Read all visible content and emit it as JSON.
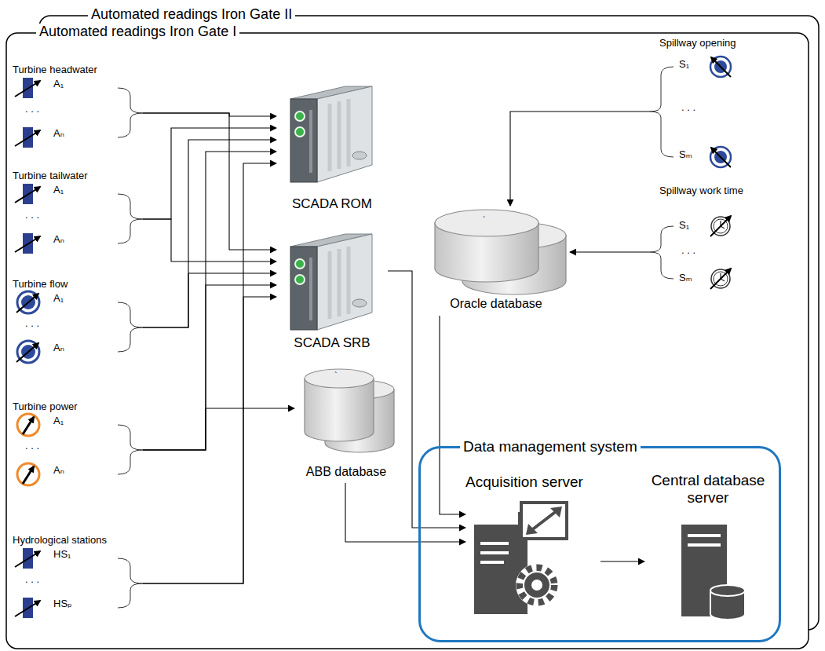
{
  "diagram": {
    "nodes": [
      {
        "text": [
          "Automated readings Iron Gate II"
        ]
      },
      {
        "text": [
          "Automated readings Iron Gate I"
        ]
      },
      {
        "text": [
          "Turbine headwater",
          "A₁",
          ". . .",
          "Aₙ"
        ],
        "in": 1
      },
      {
        "text": [
          "Turbine tailwater",
          "A₁",
          ". . .",
          "Aₙ"
        ],
        "in": 1
      },
      {
        "text": [
          "Turbine flow",
          "A₁",
          ". . .",
          "Aₙ"
        ],
        "in": 1
      },
      {
        "text": [
          "Turbine power",
          "A₁",
          ". . .",
          "Aₙ"
        ],
        "in": 1
      },
      {
        "text": [
          "Hydrological stations",
          "HS₁",
          ". . .",
          "HSₚ"
        ],
        "in": 1
      },
      {
        "text": [
          "SCADA ROM"
        ],
        "in": 1
      },
      {
        "text": [
          "SCADA SRB"
        ],
        "in": 1
      },
      {
        "text": [
          "ABB database"
        ],
        "in": 1
      },
      {
        "text": [
          "Oracle database"
        ],
        "in": 1
      },
      {
        "text": [
          "Spillway opening",
          "S₁",
          ". . .",
          "Sₘ"
        ],
        "in": 1
      },
      {
        "text": [
          "Spillway work time",
          "S₁",
          ". . .",
          "Sₘ"
        ],
        "in": 1
      },
      {
        "text": [
          "Data management system"
        ],
        "in": 1
      },
      {
        "text": [
          "Acquisition server"
        ],
        "in": 13
      },
      {
        "text": [
          "Central database server"
        ],
        "in": 13
      }
    ],
    "edges": [
      {
        "from": 2,
        "to": 7,
        "arrow": "to"
      },
      {
        "from": 2,
        "to": 8,
        "arrow": "to"
      },
      {
        "from": 3,
        "to": 7,
        "arrow": "to"
      },
      {
        "from": 3,
        "to": 8,
        "arrow": "to"
      },
      {
        "from": 4,
        "to": 7,
        "arrow": "to"
      },
      {
        "from": 4,
        "to": 8,
        "arrow": "to"
      },
      {
        "from": 5,
        "to": 7,
        "arrow": "to"
      },
      {
        "from": 5,
        "to": 8,
        "arrow": "to"
      },
      {
        "from": 5,
        "to": 9,
        "arrow": "to"
      },
      {
        "from": 6,
        "to": 7,
        "arrow": "to"
      },
      {
        "from": 6,
        "to": 8,
        "arrow": "to"
      },
      {
        "from": 11,
        "to": 10,
        "arrow": "to"
      },
      {
        "from": 12,
        "to": 10,
        "arrow": "to"
      },
      {
        "from": 8,
        "to": 14,
        "arrow": "to"
      },
      {
        "from": 10,
        "to": 14,
        "arrow": "to"
      },
      {
        "from": 9,
        "to": 14,
        "arrow": "to"
      },
      {
        "from": 14,
        "to": 15,
        "arrow": "to"
      }
    ],
    "labels": [
      "`",
      "`"
    ]
  }
}
